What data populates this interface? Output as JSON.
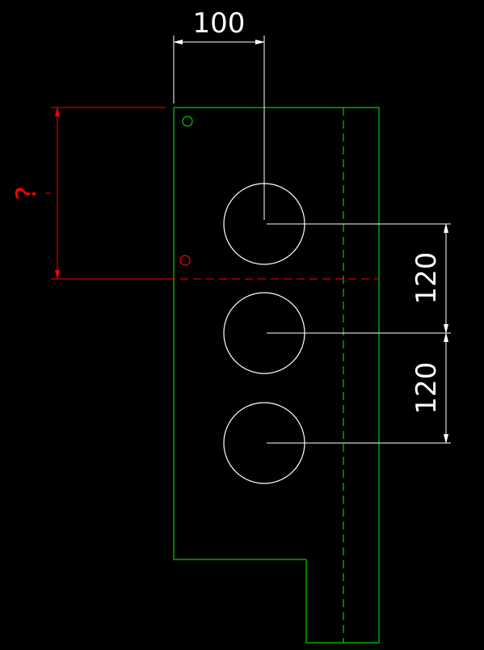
{
  "drawing": {
    "colors": {
      "background": "#000000",
      "outline": "#00cc00",
      "dimension": "#ffffff",
      "unknown": "#ff0000"
    },
    "dimensions": {
      "top_offset": "100",
      "spacing_upper": "120",
      "spacing_lower": "120",
      "unknown": "?"
    },
    "markers": [
      "green-circle-marker",
      "red-circle-marker"
    ],
    "holes_count_label": ""
  }
}
